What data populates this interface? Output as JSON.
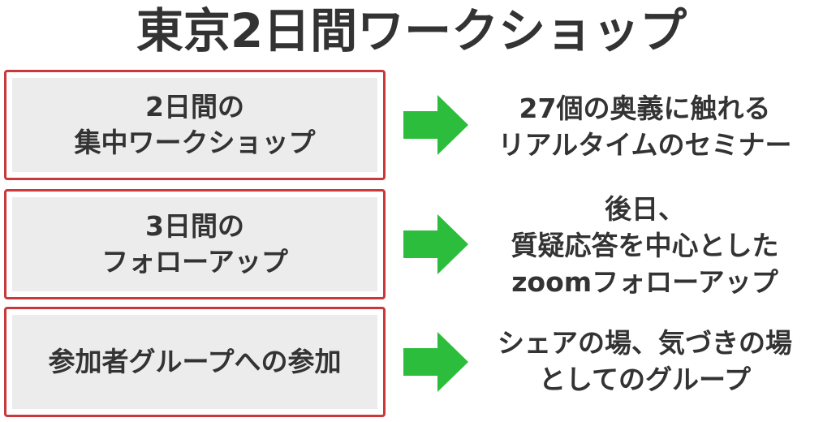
{
  "title": "東京2日間ワークショップ",
  "rows": [
    {
      "box_lines": [
        "2日間の",
        "集中ワークショップ"
      ],
      "desc_lines": [
        "27個の奥義に触れる",
        "リアルタイムのセミナー"
      ]
    },
    {
      "box_lines": [
        "3日間の",
        "フォローアップ"
      ],
      "desc_lines": [
        "後日、",
        "質疑応答を中心とした",
        "zoomフォローアップ"
      ]
    },
    {
      "box_lines": [
        "参加者グループへの参加"
      ],
      "desc_lines": [
        "シェアの場、気づきの場",
        "としてのグループ"
      ]
    }
  ],
  "colors": {
    "box_border": "#c9393b",
    "box_fill": "#ececec",
    "arrow": "#2dbd3d",
    "text": "#333333"
  },
  "icons": {
    "arrow": "right-arrow-icon"
  }
}
